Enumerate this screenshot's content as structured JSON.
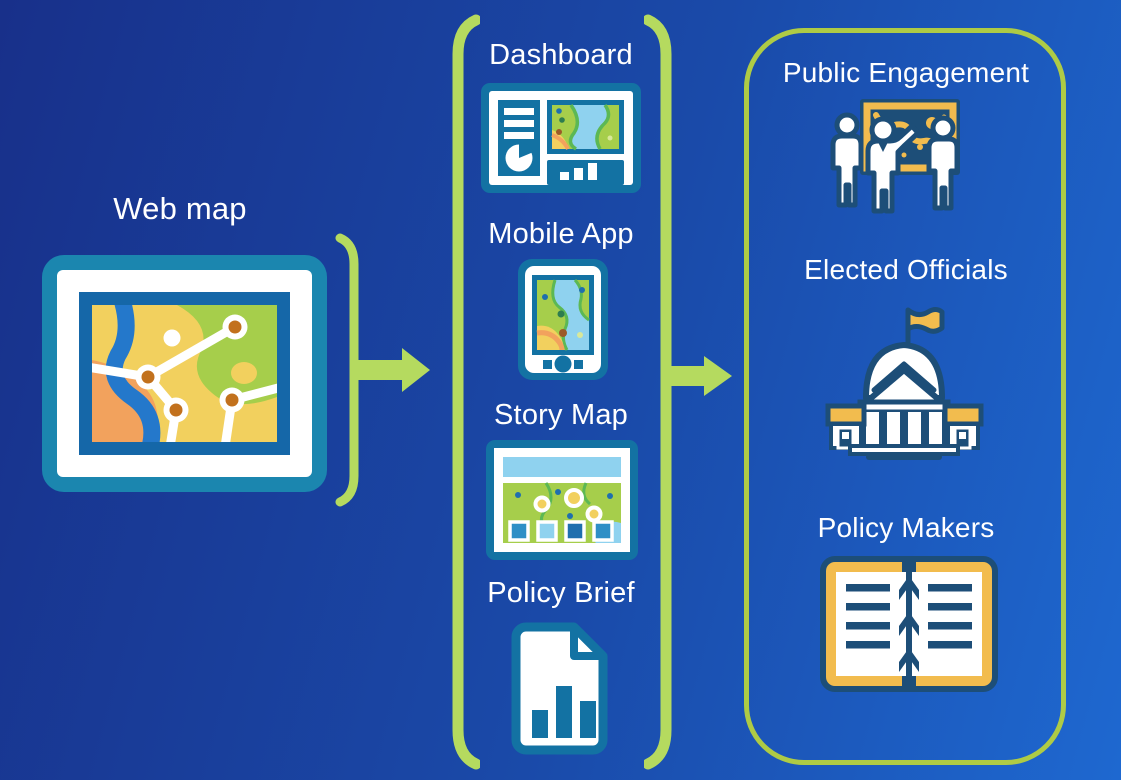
{
  "diagram_title": "Web map to information products to audiences flow",
  "colors": {
    "bg_start": "#18308a",
    "bg_mid": "#1a4aa9",
    "bg_end": "#1e68d0",
    "accent_green": "#b5da5f",
    "panel_green": "#aecb45",
    "text_white": "#ffffff",
    "pure_white": "#ffffff",
    "icon_teal": "#1372a3",
    "icon_teal_light": "#1b86af",
    "icon_blue_inner": "#1567a8",
    "icon_navy": "#1d4e78",
    "icon_yellow": "#f2bc4e",
    "map_yellow": "#f2d05e",
    "map_green": "#a6ce4b",
    "map_orange": "#f2a25d",
    "map_river_blue": "#2478cb",
    "map_node_orange": "#c2711d",
    "map_light_blue": "#8fd2ef",
    "map_bright_green": "#5cb854",
    "map_dot_blue": "#1f6fae",
    "map_dot_dark_green": "#2e7d4f",
    "map_dot_brown": "#9c5a28",
    "map_dot_pale": "#d8e89a"
  },
  "source": {
    "label": "Web map",
    "icon": "web-map-icon"
  },
  "products": {
    "items": [
      {
        "label": "Dashboard",
        "icon": "dashboard-icon"
      },
      {
        "label": "Mobile App",
        "icon": "mobile-app-icon"
      },
      {
        "label": "Story Map",
        "icon": "story-map-icon"
      },
      {
        "label": "Policy Brief",
        "icon": "policy-brief-document-icon"
      }
    ]
  },
  "audiences": {
    "items": [
      {
        "label": "Public Engagement",
        "icon": "people-at-map-board-icon"
      },
      {
        "label": "Elected Officials",
        "icon": "capitol-building-icon"
      },
      {
        "label": "Policy Makers",
        "icon": "open-book-icon"
      }
    ]
  }
}
